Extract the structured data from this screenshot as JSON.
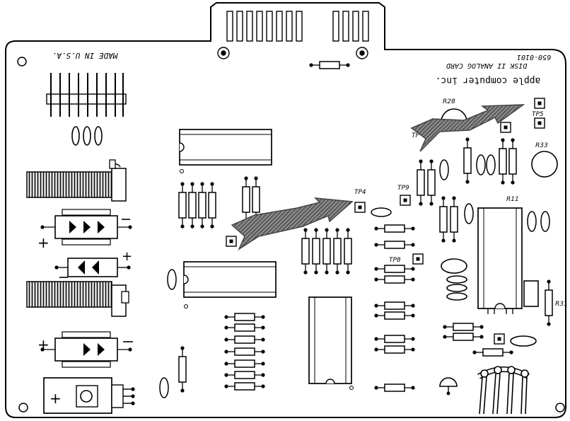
{
  "board": {
    "made_in": "MADE IN U.S.A.",
    "brand": "apple computer inc.",
    "title": "DISK II ANALOG CARD",
    "part_number": "650-0101"
  },
  "labels": {
    "r28": "R28",
    "r33": "R33",
    "r31": "R31",
    "r11": "R11",
    "tp4": "TP4",
    "tp5": "TP5",
    "tp8": "TP8",
    "tp9": "TP9",
    "tp_partial": "TP"
  },
  "arrows": {
    "fill_color": "#444444",
    "count": 3
  }
}
